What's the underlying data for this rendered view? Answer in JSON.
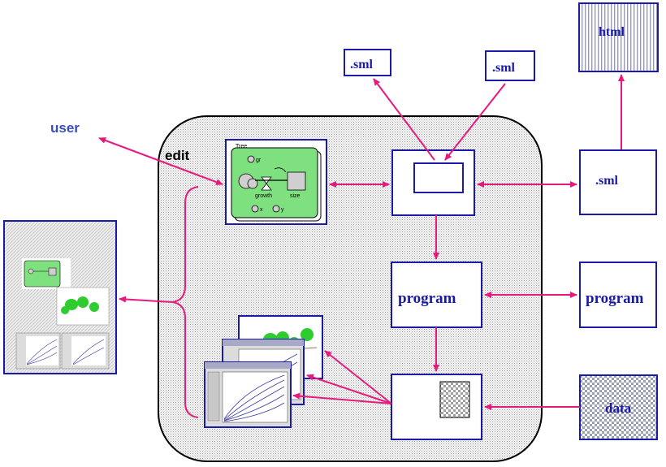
{
  "labels": {
    "user": "user",
    "edit": "edit",
    "sml_top_left": ".sml",
    "sml_top_right": ".sml",
    "html_top": "html",
    "sml_right": ".sml",
    "program_center": "program",
    "program_right": "program",
    "data_right": "data",
    "tree_title": "Tree",
    "gr": "gr",
    "growth": "growth",
    "size": "size",
    "x": "x",
    "y": "y"
  },
  "colors": {
    "arrow": "#e8197d",
    "box_border": "#1a1aa8",
    "box_text": "#1a1aa8",
    "user_text": "#3b4cc0",
    "model_green": "#7fe07f",
    "html_stripes": "#9a9ab0",
    "data_checker": "#9aa0b4"
  }
}
